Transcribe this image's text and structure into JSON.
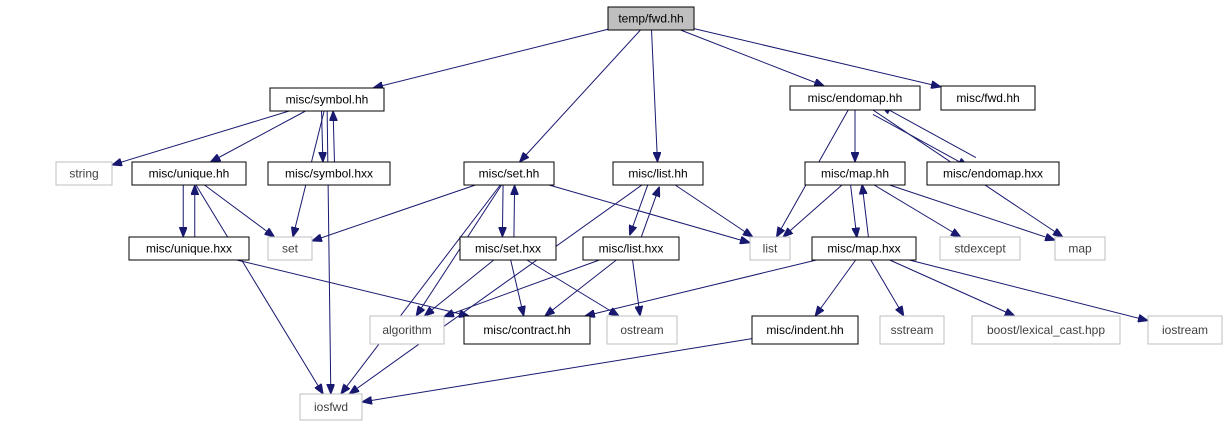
{
  "graph": {
    "root": "temp/fwd.hh",
    "nodes": [
      {
        "id": "temp_fwd",
        "label": "temp/fwd.hh",
        "style": "root"
      },
      {
        "id": "symbol_hh",
        "label": "misc/symbol.hh",
        "style": "solid"
      },
      {
        "id": "set_hh",
        "label": "misc/set.hh",
        "style": "solid"
      },
      {
        "id": "list_hh",
        "label": "misc/list.hh",
        "style": "solid"
      },
      {
        "id": "endomap_hh",
        "label": "misc/endomap.hh",
        "style": "solid"
      },
      {
        "id": "fwd_hh",
        "label": "misc/fwd.hh",
        "style": "solid"
      },
      {
        "id": "string",
        "label": "string",
        "style": "external"
      },
      {
        "id": "unique_hh",
        "label": "misc/unique.hh",
        "style": "solid"
      },
      {
        "id": "symbol_hxx",
        "label": "misc/symbol.hxx",
        "style": "solid"
      },
      {
        "id": "set",
        "label": "set",
        "style": "external"
      },
      {
        "id": "unique_hxx",
        "label": "misc/unique.hxx",
        "style": "solid"
      },
      {
        "id": "set_hxx",
        "label": "misc/set.hxx",
        "style": "solid"
      },
      {
        "id": "list_hxx",
        "label": "misc/list.hxx",
        "style": "solid"
      },
      {
        "id": "list",
        "label": "list",
        "style": "external"
      },
      {
        "id": "map_hh",
        "label": "misc/map.hh",
        "style": "solid"
      },
      {
        "id": "endomap_hxx",
        "label": "misc/endomap.hxx",
        "style": "solid"
      },
      {
        "id": "stdexcept",
        "label": "stdexcept",
        "style": "external"
      },
      {
        "id": "map",
        "label": "map",
        "style": "external"
      },
      {
        "id": "map_hxx",
        "label": "misc/map.hxx",
        "style": "solid"
      },
      {
        "id": "algorithm",
        "label": "algorithm",
        "style": "external"
      },
      {
        "id": "contract_hh",
        "label": "misc/contract.hh",
        "style": "solid"
      },
      {
        "id": "ostream",
        "label": "ostream",
        "style": "external"
      },
      {
        "id": "indent_hh",
        "label": "misc/indent.hh",
        "style": "solid"
      },
      {
        "id": "sstream",
        "label": "sstream",
        "style": "external"
      },
      {
        "id": "lexical_cast",
        "label": "boost/lexical_cast.hpp",
        "style": "external"
      },
      {
        "id": "iostream",
        "label": "iostream",
        "style": "external"
      },
      {
        "id": "iosfwd",
        "label": "iosfwd",
        "style": "external"
      }
    ],
    "edges": [
      [
        "temp_fwd",
        "symbol_hh"
      ],
      [
        "temp_fwd",
        "set_hh"
      ],
      [
        "temp_fwd",
        "list_hh"
      ],
      [
        "temp_fwd",
        "endomap_hh"
      ],
      [
        "temp_fwd",
        "fwd_hh"
      ],
      [
        "symbol_hh",
        "string"
      ],
      [
        "symbol_hh",
        "unique_hh"
      ],
      [
        "symbol_hh",
        "symbol_hxx"
      ],
      [
        "symbol_hh",
        "set"
      ],
      [
        "symbol_hh",
        "iosfwd"
      ],
      [
        "symbol_hxx",
        "symbol_hh"
      ],
      [
        "unique_hh",
        "set"
      ],
      [
        "unique_hh",
        "unique_hxx"
      ],
      [
        "unique_hh",
        "iosfwd"
      ],
      [
        "unique_hxx",
        "unique_hh"
      ],
      [
        "unique_hxx",
        "contract_hh"
      ],
      [
        "set_hh",
        "set"
      ],
      [
        "set_hh",
        "list"
      ],
      [
        "set_hh",
        "set_hxx"
      ],
      [
        "set_hh",
        "algorithm"
      ],
      [
        "set_hh",
        "iosfwd"
      ],
      [
        "set_hxx",
        "set_hh"
      ],
      [
        "set_hxx",
        "algorithm"
      ],
      [
        "set_hxx",
        "contract_hh"
      ],
      [
        "set_hxx",
        "ostream"
      ],
      [
        "list_hh",
        "list"
      ],
      [
        "list_hh",
        "list_hxx"
      ],
      [
        "list_hh",
        "iosfwd"
      ],
      [
        "list_hxx",
        "list_hh"
      ],
      [
        "list_hxx",
        "algorithm"
      ],
      [
        "list_hxx",
        "contract_hh"
      ],
      [
        "list_hxx",
        "ostream"
      ],
      [
        "endomap_hh",
        "list"
      ],
      [
        "endomap_hh",
        "map_hh"
      ],
      [
        "endomap_hh",
        "endomap_hxx"
      ],
      [
        "endomap_hh",
        "map"
      ],
      [
        "endomap_hxx",
        "endomap_hh"
      ],
      [
        "map_hh",
        "list"
      ],
      [
        "map_hh",
        "map_hxx"
      ],
      [
        "map_hh",
        "stdexcept"
      ],
      [
        "map_hh",
        "map"
      ],
      [
        "map_hxx",
        "map_hh"
      ],
      [
        "map_hxx",
        "contract_hh"
      ],
      [
        "map_hxx",
        "indent_hh"
      ],
      [
        "map_hxx",
        "sstream"
      ],
      [
        "map_hxx",
        "lexical_cast"
      ],
      [
        "map_hxx",
        "iostream"
      ],
      [
        "indent_hh",
        "iosfwd"
      ]
    ]
  }
}
